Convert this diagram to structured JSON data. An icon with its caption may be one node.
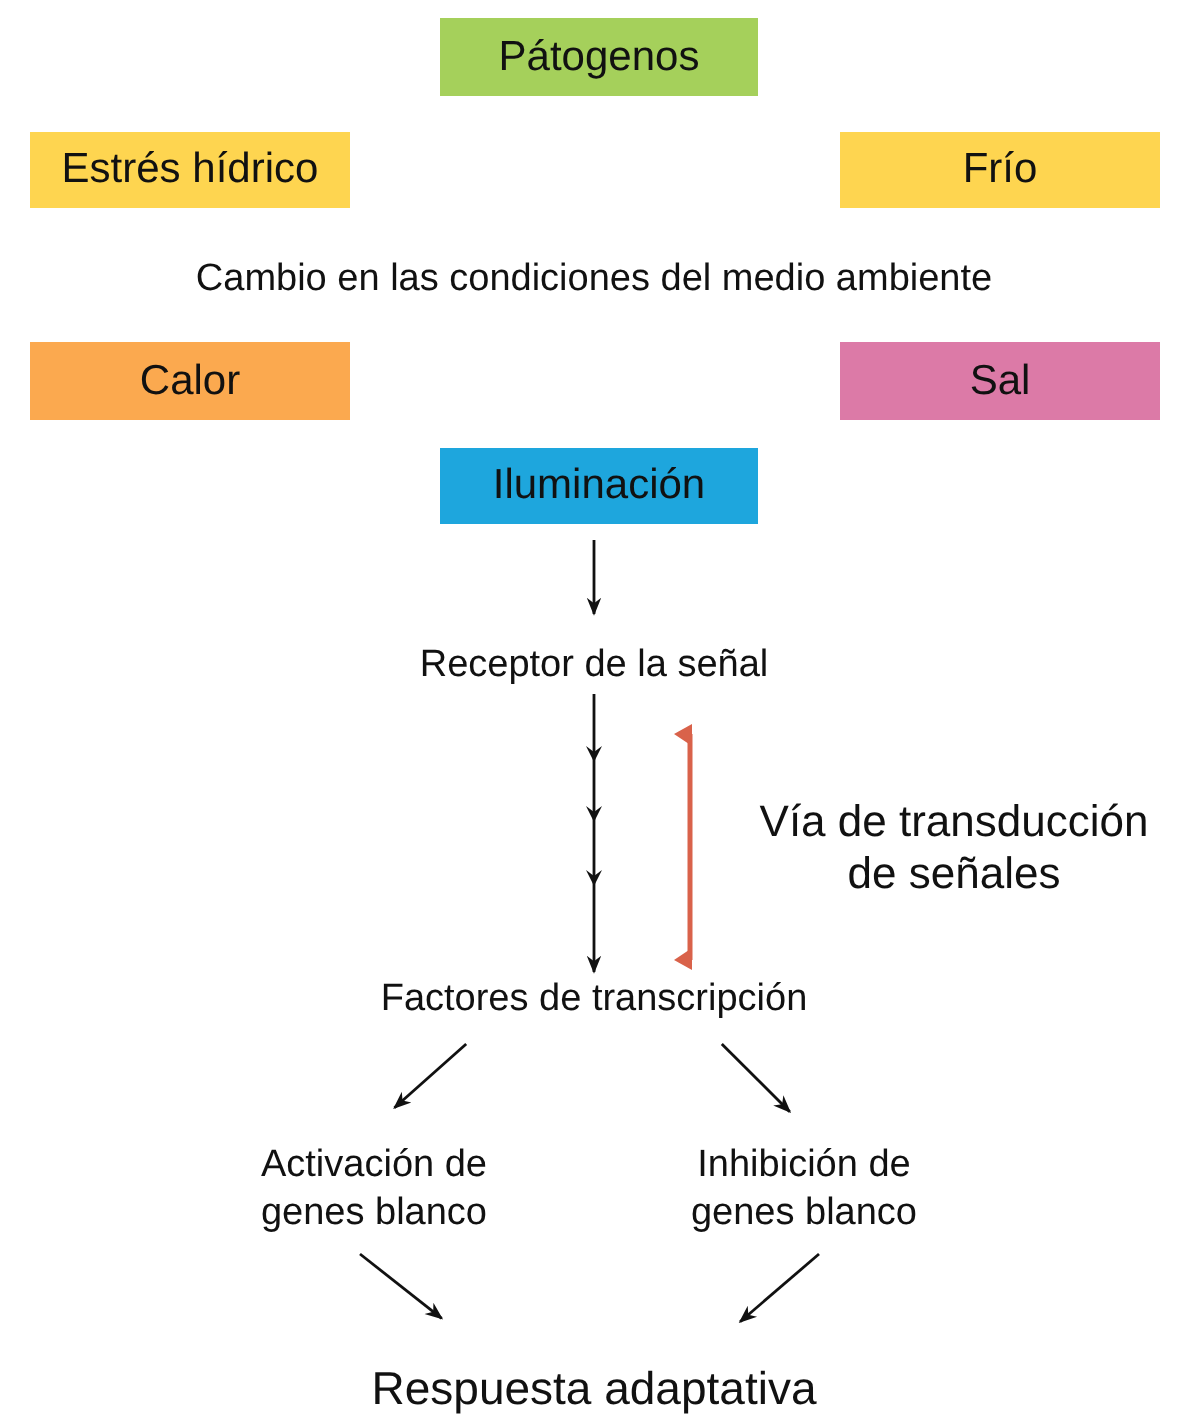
{
  "diagram": {
    "nodes": [
      {
        "text": [
          "Pátogenos"
        ]
      },
      {
        "text": [
          "Estrés hídrico"
        ]
      },
      {
        "text": [
          "Frío"
        ]
      },
      {
        "text": [
          "Cambio en las condiciones del medio ambiente"
        ]
      },
      {
        "text": [
          "Calor"
        ]
      },
      {
        "text": [
          "Sal"
        ]
      },
      {
        "text": [
          "Iluminación"
        ]
      },
      {
        "text": [
          "Receptor de la señal"
        ]
      },
      {
        "text": [
          "Factores de transcripción"
        ]
      },
      {
        "text": [
          "Activación de genes blanco"
        ]
      },
      {
        "text": [
          "Inhibición de genes blanco"
        ]
      },
      {
        "text": [
          "Respuesta adaptativa"
        ]
      }
    ],
    "edges": [
      {
        "from": 6,
        "to": 7,
        "arrow": "to"
      },
      {
        "from": 7,
        "to": 8,
        "arrow": "to"
      },
      {
        "from": 8,
        "to": 9,
        "arrow": "to"
      },
      {
        "from": 8,
        "to": 10,
        "arrow": "to"
      },
      {
        "from": 9,
        "to": 11,
        "arrow": "to"
      },
      {
        "from": 10,
        "to": 11,
        "arrow": "to"
      }
    ],
    "labels": [
      "Vía de transducción de señales"
    ]
  }
}
